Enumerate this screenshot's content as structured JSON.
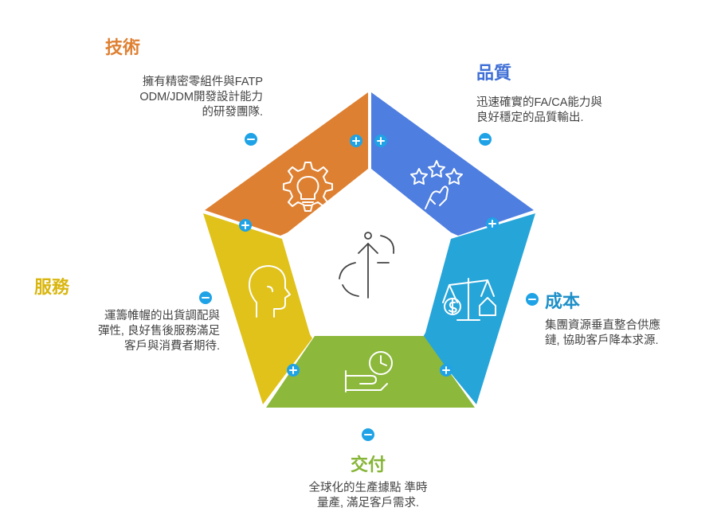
{
  "segments": [
    {
      "key": "tech",
      "title": "技術",
      "color": "#DE8032",
      "icon": "lightbulb-gear-icon",
      "lines": [
        "擁有精密零組件與FATP",
        "ODM/JDM開發設計能力",
        "的研發團隊."
      ]
    },
    {
      "key": "quality",
      "title": "品質",
      "color": "#4E7EE0",
      "icon": "stars-hand-icon",
      "lines": [
        "迅速確實的FA/CA能力與",
        "良好穩定的品質輸出."
      ]
    },
    {
      "key": "cost",
      "title": "成本",
      "color": "#26A5D9",
      "icon": "scale-balance-icon",
      "lines": [
        "集團資源垂直整合供應",
        "鏈, 協助客戶降本求源."
      ]
    },
    {
      "key": "delivery",
      "title": "交付",
      "color": "#8CB83C",
      "icon": "clock-hand-icon",
      "lines": [
        "全球化的生產據點 準時",
        "量產, 滿足客戶需求."
      ]
    },
    {
      "key": "service",
      "title": "服務",
      "color": "#E0C21A",
      "icon": "head-profile-icon",
      "lines": [
        "運籌帷幄的出貨調配與",
        "彈性, 良好售後服務滿足",
        "客戶與消費者期待."
      ]
    }
  ],
  "colors": {
    "tech_title": "#DE8032",
    "quality_title": "#3F6FD6",
    "cost_title": "#1E90C8",
    "delivery_title": "#86B436",
    "service_title": "#D9B60F",
    "badge": "#1FA3E6",
    "center_bg": "#FFFFFF"
  },
  "center_icon": "arrow-up-cycle-icon"
}
